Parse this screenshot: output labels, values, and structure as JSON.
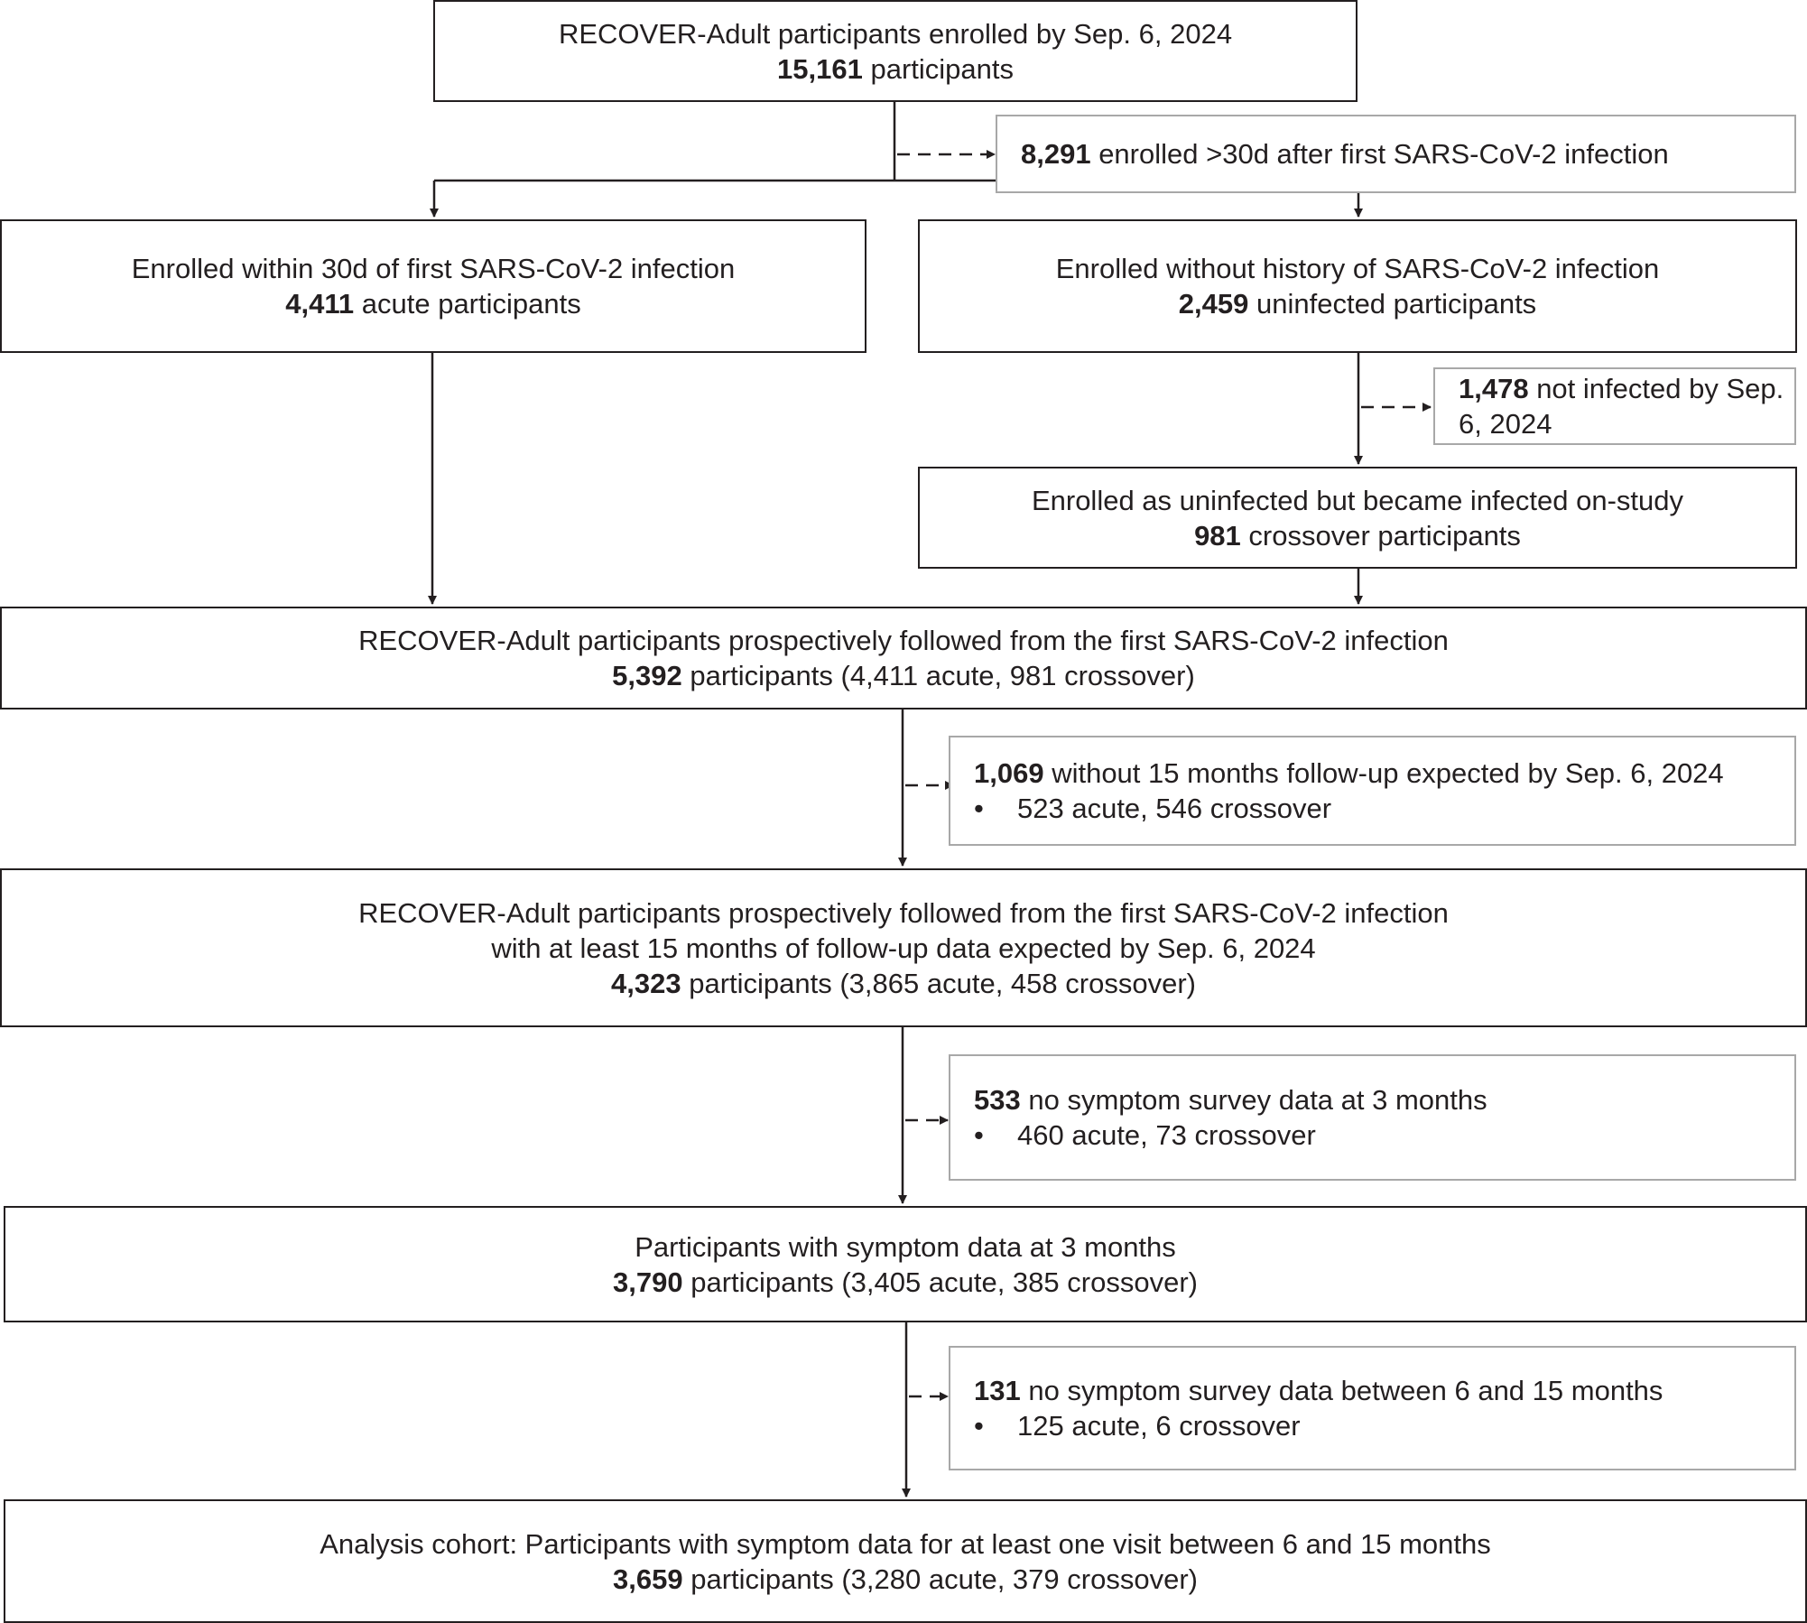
{
  "boxes": {
    "enrolled": {
      "line1": "RECOVER-Adult participants enrolled by Sep. 6, 2024",
      "count": "15,161",
      "count_suffix": " participants"
    },
    "excluded_30d": {
      "count": "8,291",
      "text": " enrolled >30d after first SARS-CoV-2 infection"
    },
    "acute": {
      "line1": "Enrolled within 30d of first SARS-CoV-2 infection",
      "count": "4,411",
      "count_suffix": " acute participants"
    },
    "uninfected": {
      "line1": "Enrolled without history of SARS-CoV-2 infection",
      "count": "2,459",
      "count_suffix": " uninfected participants"
    },
    "not_infected": {
      "count": "1,478",
      "text": " not infected by Sep. 6, 2024"
    },
    "crossover": {
      "line1": "Enrolled as uninfected but became infected on-study",
      "count": "981",
      "count_suffix": " crossover participants"
    },
    "followed": {
      "line1": "RECOVER-Adult participants prospectively followed from the first SARS-CoV-2 infection",
      "count": "5,392",
      "count_suffix": " participants (4,411 acute, 981 crossover)"
    },
    "excluded_followup": {
      "count": "1,069",
      "text": " without 15 months follow-up expected by Sep. 6, 2024",
      "bullet": "•",
      "detail": "523 acute, 546 crossover"
    },
    "followed_15m": {
      "line1": "RECOVER-Adult participants prospectively followed from the first SARS-CoV-2 infection",
      "line2": "with at least 15 months of follow-up data expected by Sep. 6, 2024",
      "count": "4,323",
      "count_suffix": " participants (3,865 acute, 458 crossover)"
    },
    "excluded_3m": {
      "count": "533",
      "text": " no symptom survey data at 3 months",
      "bullet": "•",
      "detail": "460 acute, 73 crossover"
    },
    "symptom_3m": {
      "line1": "Participants with symptom data at 3 months",
      "count": "3,790",
      "count_suffix": " participants (3,405 acute, 385 crossover)"
    },
    "excluded_6_15m": {
      "count": "131",
      "text": " no symptom survey data between 6 and 15 months",
      "bullet": "•",
      "detail": "125 acute, 6 crossover"
    },
    "analysis": {
      "line1": "Analysis cohort: Participants with symptom data for at least one visit between 6 and 15 months",
      "count": "3,659",
      "count_suffix": " participants (3,280 acute, 379 crossover)"
    }
  },
  "colors": {
    "main_border": "#231f20",
    "side_border": "#a8a8a8",
    "text": "#231f20",
    "arrow": "#231f20"
  }
}
